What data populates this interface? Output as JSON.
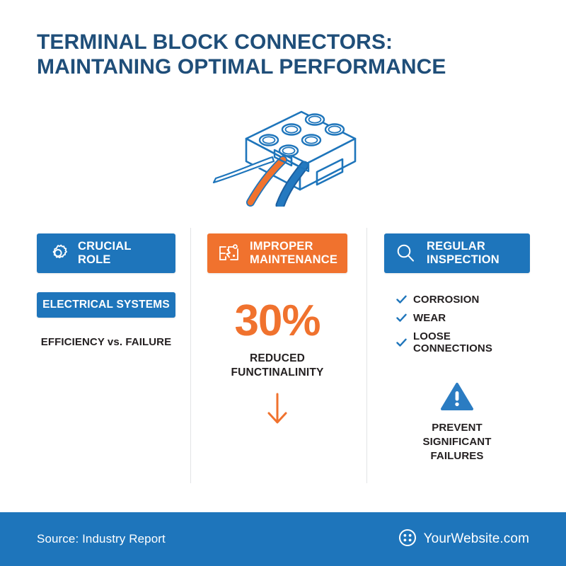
{
  "title": {
    "line1": "TERMINAL BLOCK CONNECTORS:",
    "line2": "MAINTANING OPTIMAL PERFORMANCE"
  },
  "hero": {
    "icon": "terminal-block-connector-illustration",
    "wire_colors": [
      "#ffffff",
      "#F0722E",
      "#1E75BB"
    ],
    "outline_color": "#1E75BB"
  },
  "colors": {
    "brand_blue": "#1E75BB",
    "title_blue": "#1F4E79",
    "accent_orange": "#F0722E",
    "body_text": "#231f20",
    "divider": "#e2e4e6",
    "background": "#ffffff"
  },
  "columns": [
    {
      "badge": {
        "label_line1": "CRUCIAL",
        "label_line2": "ROLE",
        "icon": "gear-icon",
        "color": "#1E75BB"
      },
      "pill": "ELECTRICAL SYSTEMS",
      "subtext": "EFFICIENCY vs. FAILURE"
    },
    {
      "badge": {
        "label_line1": "IMPROPER",
        "label_line2": "MAINTENANCE",
        "icon": "circuit-fault-icon",
        "color": "#F0722E"
      },
      "stat_number": "30%",
      "stat_caption_line1": "REDUCED",
      "stat_caption_line2": "FUNCTINALINITY",
      "arrow": "arrow-down-icon"
    },
    {
      "badge": {
        "label_line1": "REGULAR",
        "label_line2": "INSPECTION",
        "icon": "magnifier-icon",
        "color": "#1E75BB"
      },
      "checklist": [
        "CORROSION",
        "WEAR",
        "LOOSE CONNECTIONS"
      ],
      "warning_icon": "warning-triangle-icon",
      "warning_line1": "PREVENT",
      "warning_line2": "SIGNIFICANT",
      "warning_line3": "FAILURES"
    }
  ],
  "footer": {
    "source": "Source: Industry Report",
    "website": "YourWebsite.com",
    "logo_icon": "four-dots-circle-logo"
  }
}
